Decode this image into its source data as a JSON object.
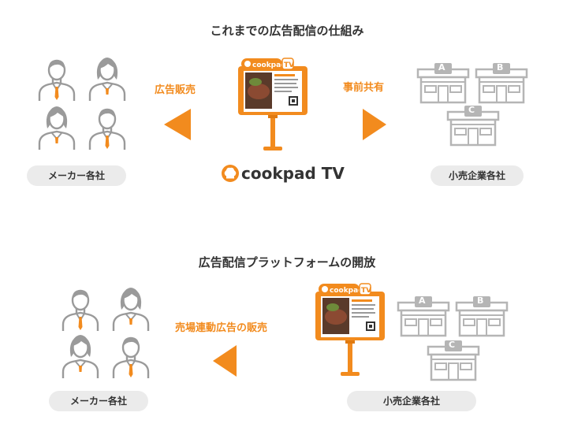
{
  "section1": {
    "title": "これまでの広告配信の仕組み",
    "left_arrow_label": "広告販売",
    "right_arrow_label": "事前共有",
    "makers_label": "メーカー各社",
    "retailers_label": "小売企業各社",
    "brand_logo_text": "cookpad TV"
  },
  "section2": {
    "title": "広告配信プラットフォームの開放",
    "left_arrow_label": "売場連動広告の販売",
    "makers_label": "メーカー各社",
    "retailers_label": "小売企業各社"
  },
  "stores": [
    "A",
    "B",
    "C"
  ],
  "colors": {
    "accent": "#f28b1e",
    "person": "#9a9a9a",
    "store": "#b5b5b5"
  }
}
